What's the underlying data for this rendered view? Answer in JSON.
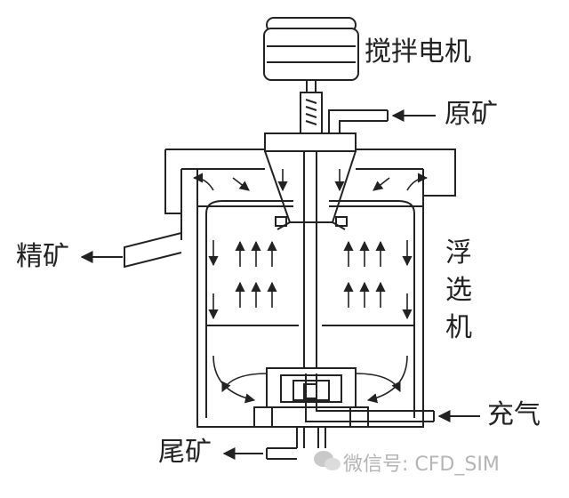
{
  "labels": {
    "motor": "搅拌电机",
    "feed": "原矿",
    "concentrate": "精矿",
    "machine": "浮选机",
    "air": "充气",
    "tailings": "尾矿"
  },
  "watermark": {
    "text": "微信号: CFD_SIM",
    "icon": "wechat-icon"
  },
  "colors": {
    "line": "#222222",
    "watermark": "#b5b5b5"
  }
}
